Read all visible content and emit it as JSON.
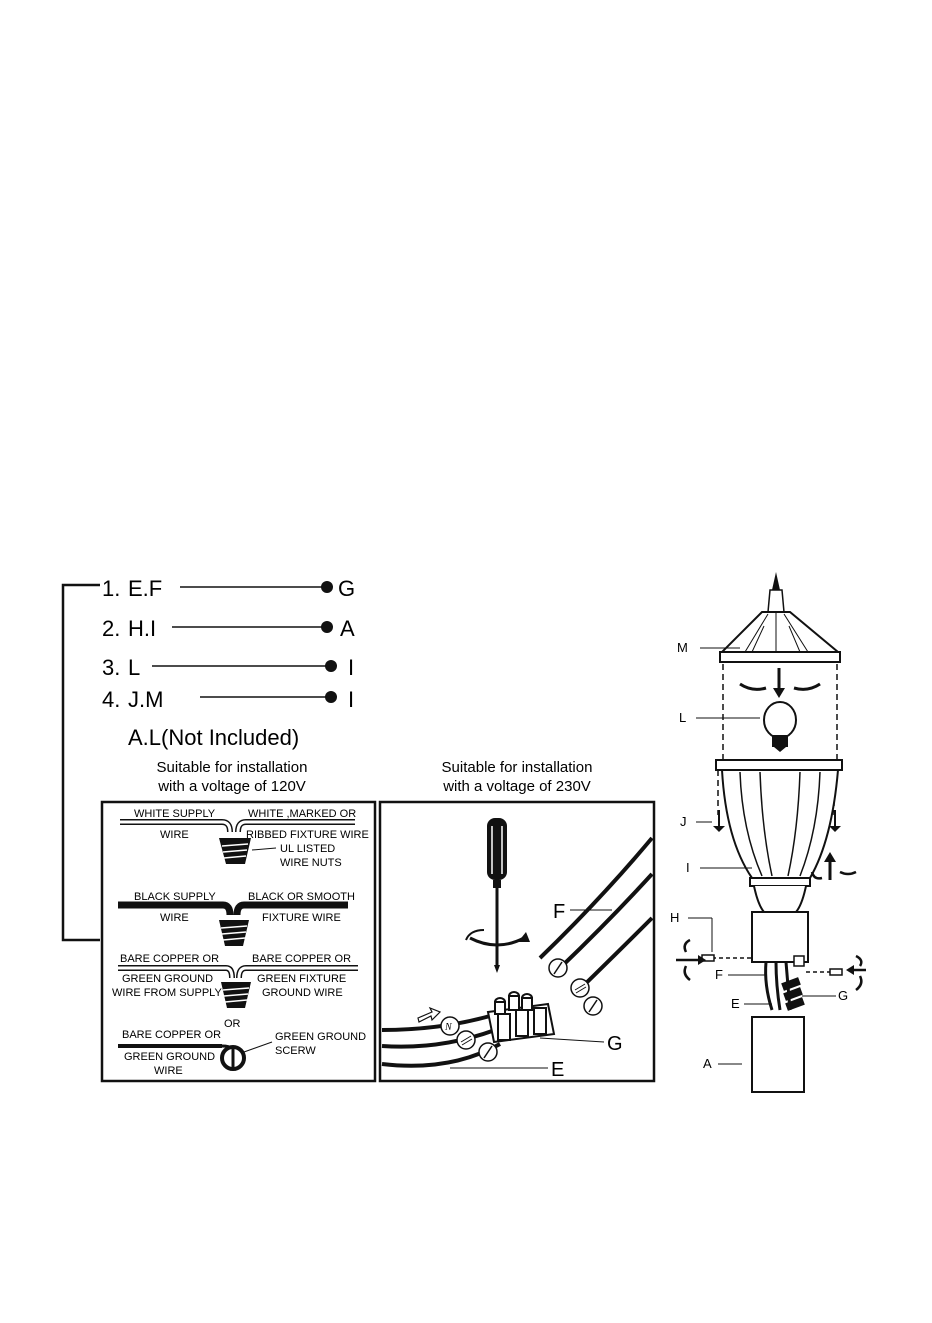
{
  "steps": [
    {
      "num": "1.",
      "parts": "E.F",
      "target": "G"
    },
    {
      "num": "2.",
      "parts": "H.I",
      "target": "A"
    },
    {
      "num": "3.",
      "parts": "L",
      "target": "I"
    },
    {
      "num": "4.",
      "parts": "J.M",
      "target": "I"
    }
  ],
  "not_included": "A.L(Not Included)",
  "panel_120": {
    "heading_line1": "Suitable for installation",
    "heading_line2": "with a voltage of 120V",
    "white_supply_l1": "WHITE SUPPLY",
    "white_supply_l2": "WIRE",
    "white_fixture_l1": "WHITE ,MARKED OR",
    "white_fixture_l2": "RIBBED FIXTURE WIRE",
    "wirenut_l1": "UL LISTED",
    "wirenut_l2": "WIRE NUTS",
    "black_supply_l1": "BLACK SUPPLY",
    "black_supply_l2": "WIRE",
    "black_fixture_l1": "BLACK OR SMOOTH",
    "black_fixture_l2": "FIXTURE WIRE",
    "ground_supply_l1": "BARE COPPER OR",
    "ground_supply_l2": "GREEN GROUND",
    "ground_supply_l3": "WIRE FROM SUPPLY",
    "ground_fixture_l1": "BARE COPPER OR",
    "ground_fixture_l2": "GREEN FIXTURE",
    "ground_fixture_l3": "GROUND WIRE",
    "or_label": "OR",
    "ground2_l1": "BARE COPPER OR",
    "ground2_l2": "GREEN GROUND",
    "ground2_l3": "WIRE",
    "screw_l1": "GREEN GROUND",
    "screw_l2": "SCERW"
  },
  "panel_230": {
    "heading_line1": "Suitable for installation",
    "heading_line2": "with a voltage of 230V",
    "label_f": "F",
    "label_g": "G",
    "label_e": "E"
  },
  "lamp_labels": {
    "m": "M",
    "l": "L",
    "j": "J",
    "i": "I",
    "h": "H",
    "f": "F",
    "e": "E",
    "g": "G",
    "a": "A"
  }
}
